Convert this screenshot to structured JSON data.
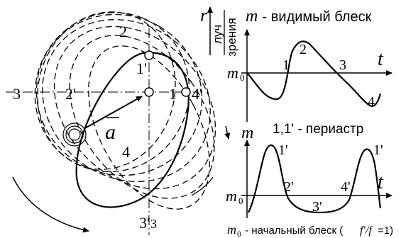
{
  "diagram": {
    "orbit_points": {
      "p1": "1",
      "p2": "2",
      "p3": "3",
      "p4": "4"
    },
    "projection_points": {
      "p1": "1'",
      "p2": "2'",
      "p3": "3'",
      "p4": "4'"
    },
    "vector_label": "a",
    "region_label": "4",
    "bottom_small_label": "3"
  },
  "axis_box": {
    "symbol": "r",
    "line1": "луч",
    "line2": "зрения"
  },
  "top_graph": {
    "title_symbol": "m",
    "title_text": " - видимый блеск",
    "x_symbol": "t",
    "y_tick_label": "m",
    "y_tick_sub": "0",
    "point_labels": [
      "1",
      "2",
      "3",
      "4"
    ]
  },
  "bottom_graph": {
    "periastron_caption": "1,1' - периастр",
    "y_symbol": "m",
    "x_symbol": "t",
    "y_tick_label": "m",
    "y_tick_sub": "0",
    "point_labels": [
      "1'",
      "1'",
      "2'",
      "3'",
      "4'"
    ]
  },
  "caption": {
    "m": "m",
    "sub": "0",
    "text": " - начальный блеск (",
    "ratio": "f'/f",
    "eq": "=1)"
  }
}
